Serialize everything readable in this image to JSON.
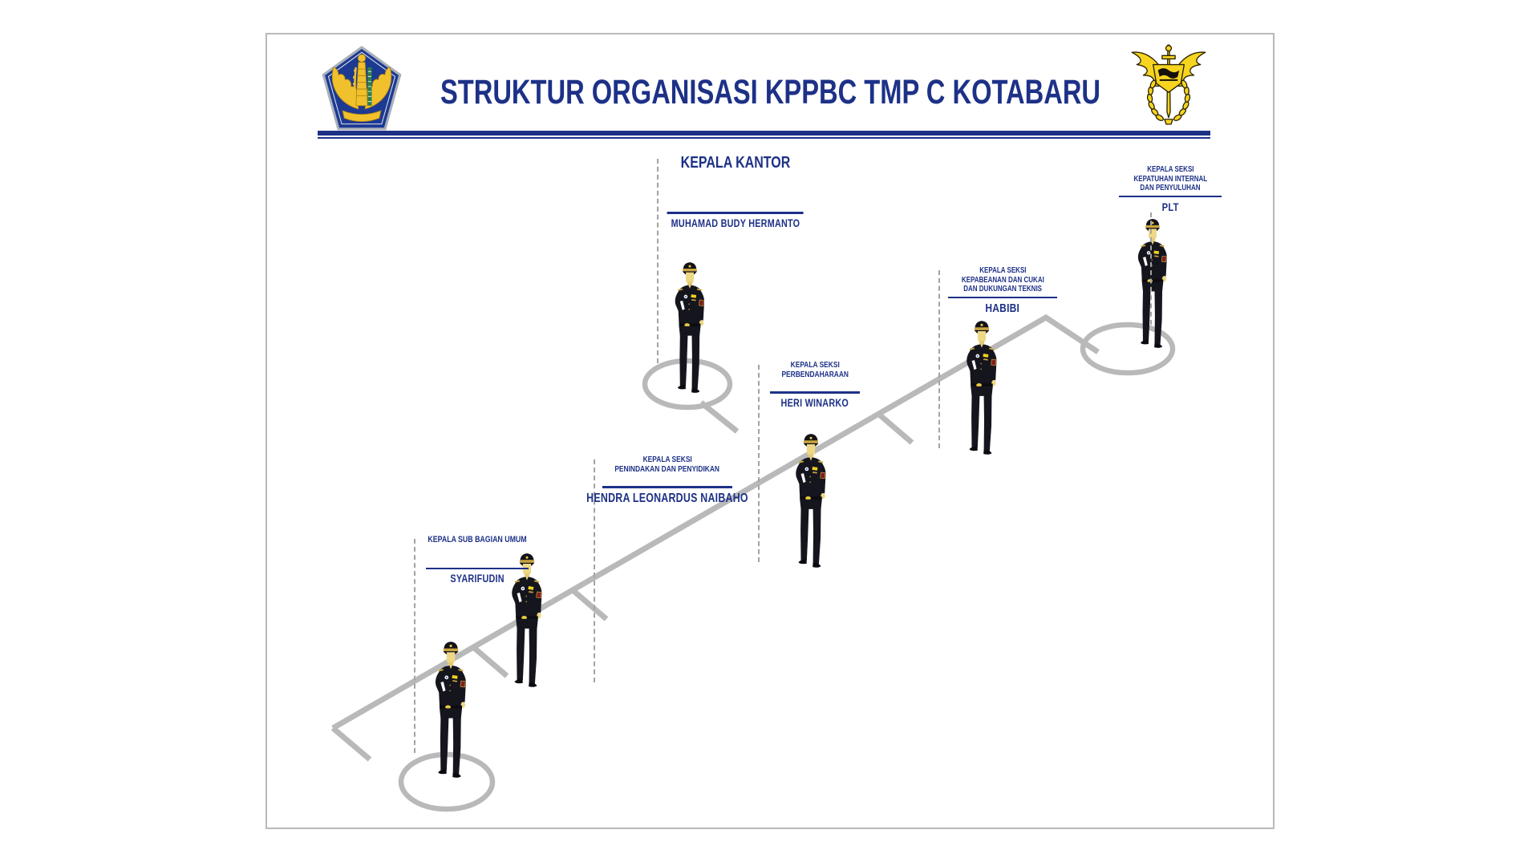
{
  "page": {
    "title": "STRUKTUR ORGANISASI KPPBC TMP C KOTABARU",
    "logos": {
      "left": "kementerian-keuangan-emblem",
      "right": "bea-cukai-emblem"
    },
    "colors": {
      "accent_blue": "#1d3187",
      "path_gray": "#b9b9b9",
      "uniform_dark": "#15151e",
      "gold": "#f0c12c"
    }
  },
  "positions": [
    {
      "title_lines": [
        "KEPALA KANTOR"
      ],
      "name": "MUHAMAD BUDY HERMANTO"
    },
    {
      "title_lines": [
        "KEPALA SEKSI",
        "KEPATUHAN INTERNAL",
        "DAN PENYULUHAN"
      ],
      "name": "PLT"
    },
    {
      "title_lines": [
        "KEPALA SEKSI",
        "KEPABEANAN DAN CUKAI",
        "DAN DUKUNGAN TEKNIS"
      ],
      "name": "HABIBI"
    },
    {
      "title_lines": [
        "KEPALA SEKSI",
        "PERBENDAHARAAN"
      ],
      "name": "HERI WINARKO"
    },
    {
      "title_lines": [
        "KEPALA SEKSI",
        "PENINDAKAN DAN PENYIDIKAN"
      ],
      "name": "HENDRA LEONARDUS NAIBAHO"
    },
    {
      "title_lines": [
        "KEPALA SUB BAGIAN UMUM"
      ],
      "name": "SYARIFUDIN"
    }
  ]
}
